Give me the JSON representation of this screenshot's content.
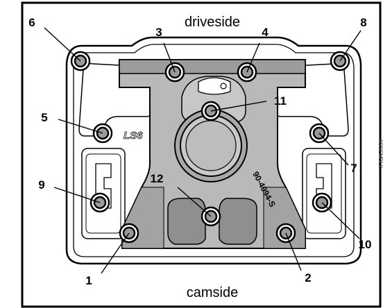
{
  "labels": {
    "top": "driveside",
    "bottom": "camside"
  },
  "part_number": "90-4094-S",
  "logo_text": "LS6",
  "side_note": "ASSEMBLY",
  "bolts": [
    {
      "number": "1"
    },
    {
      "number": "2"
    },
    {
      "number": "3"
    },
    {
      "number": "4"
    },
    {
      "number": "5"
    },
    {
      "number": "6"
    },
    {
      "number": "7"
    },
    {
      "number": "8"
    },
    {
      "number": "9"
    },
    {
      "number": "10"
    },
    {
      "number": "11"
    },
    {
      "number": "12"
    }
  ],
  "colors": {
    "frame": "#000000",
    "plate": "#b9b9b9",
    "plate_dark": "#8f8f8f",
    "bolt_outer": "#ffffff",
    "bolt_inner": "#9a9a9a"
  }
}
